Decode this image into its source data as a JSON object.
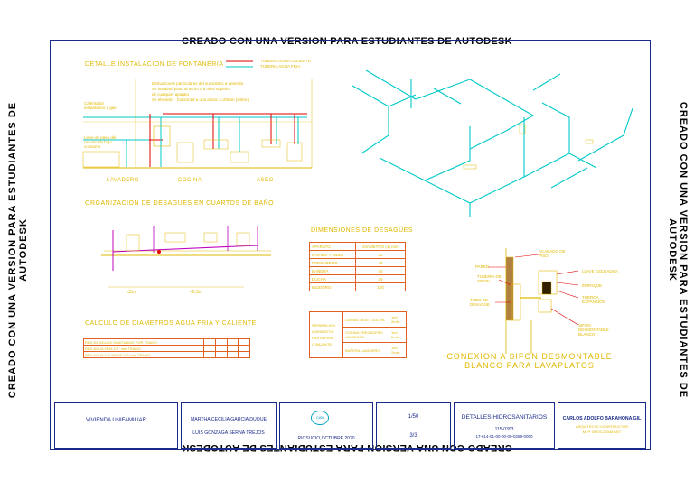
{
  "watermark": "CREADO CON UNA VERSION PARA ESTUDIANTES DE AUTODESK",
  "sections": {
    "detalle": "DETALLE INSTALACION DE FONTANERIA",
    "legend_hot": "TUBERIA AGUA CALIENTE",
    "legend_cold": "TUBERIA AGUA FRIA",
    "organizacion": "ORGANIZACION DE DESAGÜES EN CUARTOS DE BAÑO",
    "dimensiones": "DIMENSIONES DE DESAGÜES",
    "calculo": "CALCULO DE DIAMETROS AGUA FRIA Y CALIENTE",
    "conexion_line1": "CONEXION A SIFON DESMONTABLE",
    "conexion_line2": "BLANCO PARA LAVAPLATOS"
  },
  "fixtures": {
    "lavadero": "LAVADERO",
    "cocina": "COCINA",
    "aseo": "ASEO"
  },
  "notes": {
    "n1": "Derivaciones particulares del suministro a vivienda",
    "n2": "Se instalará junto al techo o a nivel superior",
    "n3": "de cualquier aparato",
    "n4": "Se elevarán · horizontal a una altura >=20mm (sobre)",
    "calentador": "Calentador instantáneo a gas",
    "llave": "Llave de paso del usuario de bajo consumo",
    "dist1": "<3m",
    "dist2": "<2,5m"
  },
  "sifon_labels": {
    "acabado": "ACABADO DE PISO",
    "pared": "PARED",
    "llave": "LLAVE ESCUADRA",
    "tuberia_sifon": "TUBERIA DE SIFON",
    "empaque": "EMPAQUE",
    "tuerca": "TUERCA EXPANSION",
    "tubo": "TUBO DE DESAGÜE",
    "sifon": "SIFON DESMONTABLE BLANCO"
  },
  "dimensiones_table": {
    "headers": [
      "APARATO",
      "DIAMETRO (1) mm"
    ],
    "rows": [
      [
        "LAVABO Y BIDET",
        "32"
      ],
      [
        "FREGADERO",
        "40"
      ],
      [
        "BAÑERA",
        "40"
      ],
      [
        "DUCHA",
        "40"
      ],
      [
        "INODORO",
        "100"
      ]
    ]
  },
  "sifon_table": {
    "left": [
      "SEPARACION",
      "A APARATOS",
      "HASTA PRIN.",
      "O BAJANTE"
    ],
    "rows": [
      [
        "LAVABO BIDET DUCHA",
        "1m/ 2mts."
      ],
      [
        "COCINA FREGADERO LAVADORA",
        "1m/ 2mts."
      ],
      [
        "BAÑERA LAVADERO",
        "1m/ 2mts."
      ]
    ]
  },
  "calc_rows": [
    "RED DE AGUAS SANITARIAS POR TRAMO",
    "RED AGUA FRIA 1/2\" mm TRAMO",
    "RED AGUA CALIENTE 1/2\" mm TRAMO"
  ],
  "title_block": {
    "proyecto": "VIVIENDA UNIFAMILIAR",
    "autor1": "MARTHA CECILIA GARCIA DUQUE",
    "autor2": "LUIS GONZAGA SERNA TREJOS",
    "fecha": "RIOSUCIO,OCTUBRE 2020",
    "logo": "CAB",
    "escala": "1/50",
    "hoja": "3/3",
    "contenido": "DETALLES HIDROSANITARIOS",
    "codigo1": "115-0303",
    "codigo2": "17-614-01-00-00-00-0259-0000",
    "profesional": "CARLOS ADOLFO BARAHONA GIL",
    "cargo": "ARQUITECTO CONSTRUCTOR",
    "matricula": "M. P. 05700-29348 ANT"
  },
  "colors": {
    "frame": "#1a2a8a",
    "cyan": "#00c8c8",
    "red": "#e00000",
    "yellow": "#e0b800",
    "orange": "#e06020"
  }
}
